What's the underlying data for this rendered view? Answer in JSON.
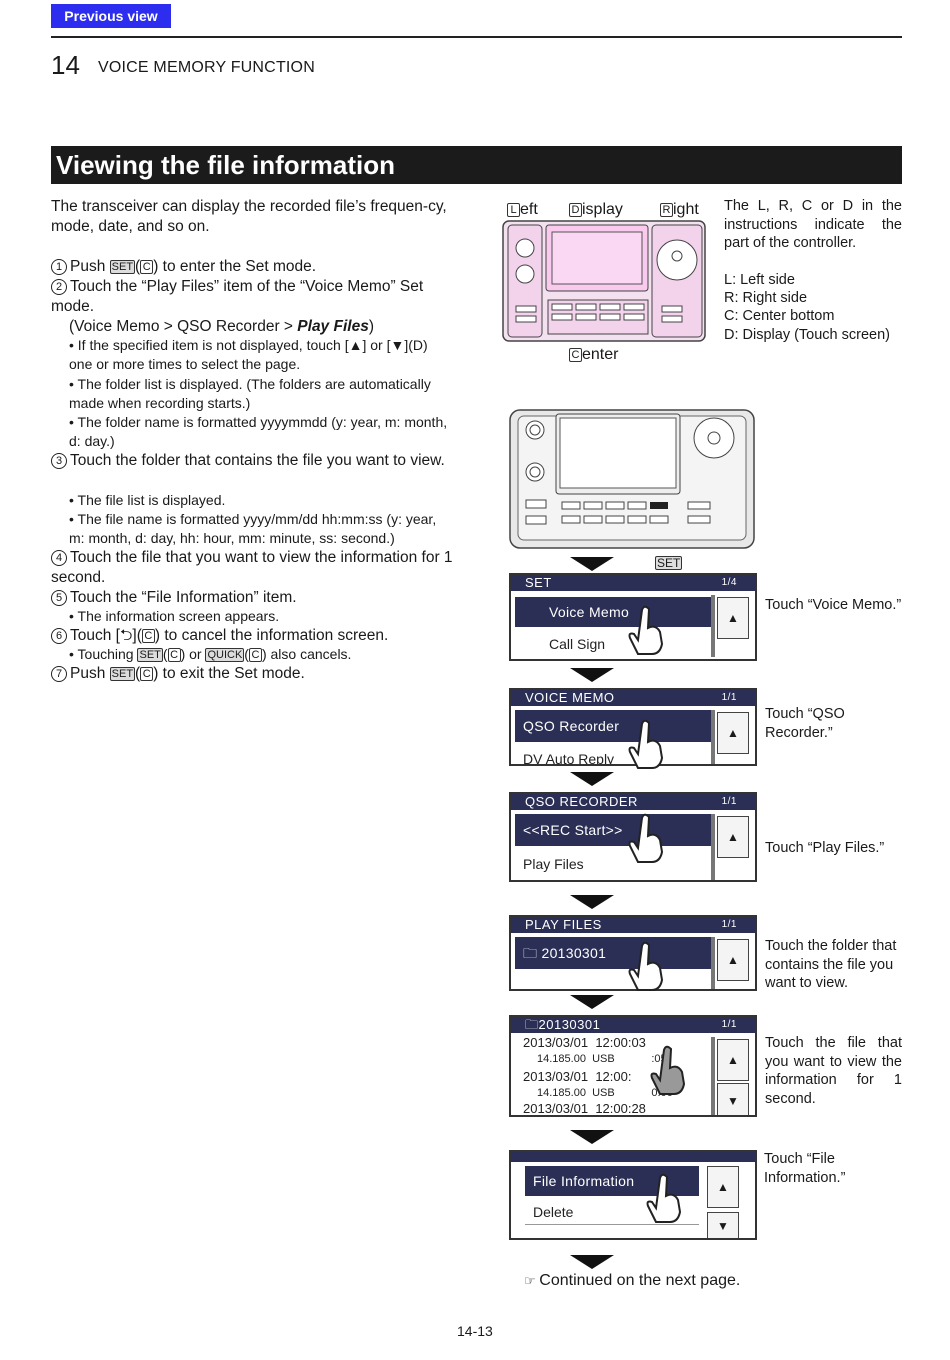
{
  "nav": {
    "previous_label": "Previous view"
  },
  "header": {
    "chapter_number": "14",
    "chapter_title": "VOICE MEMORY FUNCTION"
  },
  "section": {
    "title": "Viewing the file information"
  },
  "intro": "The transceiver can display the recorded file’s frequen-cy, mode, date, and so on.",
  "steps": {
    "s1": {
      "num": "1",
      "pre": "Push ",
      "key": "SET",
      "mid": "(",
      "box": "C",
      "post": ") to enter the Set mode."
    },
    "s2": {
      "num": "2",
      "text": "Touch the “Play Files” item of the “Voice Memo” Set mode.",
      "path_pre": "(Voice Memo > QSO Recorder > ",
      "path_bold": "Play Files",
      "path_post": ")"
    },
    "s2_b1": "If the specified item is not displayed, touch [▲] or [▼](D) one or more times to select the page.",
    "s2_b2": "The folder list is displayed. (The folders are automatically made when recording starts.)",
    "s2_b3": "The folder name is formatted yyyymmdd (y: year, m: month, d: day.)",
    "s3": {
      "num": "3",
      "text": "Touch the folder that contains the file you want to view."
    },
    "s3_b1": "The file list is displayed.",
    "s3_b2": "The file name is formatted yyyy/mm/dd hh:mm:ss (y: year, m: month, d: day, hh: hour, mm: minute, ss: second.)",
    "s4": {
      "num": "4",
      "text": "Touch the file that you want to view the information for 1 second."
    },
    "s5": {
      "num": "5",
      "text": "Touch the “File Information” item."
    },
    "s5_b1": "The information screen appears.",
    "s6": {
      "num": "6",
      "pre": "Touch [",
      "glyph": "⮌",
      "mid": "](",
      "box": "C",
      "post": ") to cancel the information screen."
    },
    "s6_b1": {
      "pre": "Touching ",
      "key1": "SET",
      "mid1": "(",
      "box1": "C",
      "mid2": ") or ",
      "key2": "QUICK",
      "mid3": "(",
      "box2": "C",
      "post": ") also cancels."
    },
    "s7": {
      "num": "7",
      "pre": "Push ",
      "key": "SET",
      "mid": "(",
      "box": "C",
      "post": ") to exit the Set mode."
    }
  },
  "controller": {
    "labels": {
      "left_box": "L",
      "left": "eft",
      "display_box": "D",
      "display": "isplay",
      "right_box": "R",
      "right": "ight",
      "center_box": "C",
      "center": "enter"
    },
    "note": "The L, R, C or D in the instructions indicate the part of the controller.",
    "legend": [
      "L: Left side",
      "R: Right side",
      "C: Center bottom",
      "D: Display (Touch screen)"
    ]
  },
  "set_key_label": "SET",
  "screens": [
    {
      "title": "SET",
      "page": "1/4",
      "row1": "Voice Memo",
      "row2": "Call Sign",
      "caption": "Touch “Voice Memo.”"
    },
    {
      "title": "VOICE MEMO",
      "page": "1/1",
      "row1": "QSO Recorder",
      "row2": "DV Auto Reply",
      "caption": "Touch “QSO Recorder.”"
    },
    {
      "title": "QSO RECORDER",
      "page": "1/1",
      "row1": "<<REC Start>>",
      "row2": "Play Files",
      "caption": "Touch “Play Files.”"
    },
    {
      "title": "PLAY FILES",
      "page": "1/1",
      "row1": "20130301",
      "caption": "Touch the folder that contains the file you want to view."
    },
    {
      "title": "20130301",
      "page": "1/1",
      "files": [
        {
          "date": "2013/03/01",
          "time": "12:00:03",
          "freq": "14.185.00",
          "mode": "USB",
          "dur": ":05"
        },
        {
          "date": "2013/03/01",
          "time": "12:00:",
          "freq": "14.185.00",
          "mode": "USB",
          "dur": "0:06"
        },
        {
          "date": "2013/03/01",
          "time": "12:00:28"
        }
      ],
      "caption": "Touch the file that you want to view the information for 1 second."
    },
    {
      "row1": "File Information",
      "row2": "Delete",
      "caption": "Touch “File Information.”"
    }
  ],
  "continued": "Continued on the next page.",
  "page_number": "14-13",
  "colors": {
    "screen_header": "#2b2f55",
    "nav_button": "#2d2df0"
  }
}
